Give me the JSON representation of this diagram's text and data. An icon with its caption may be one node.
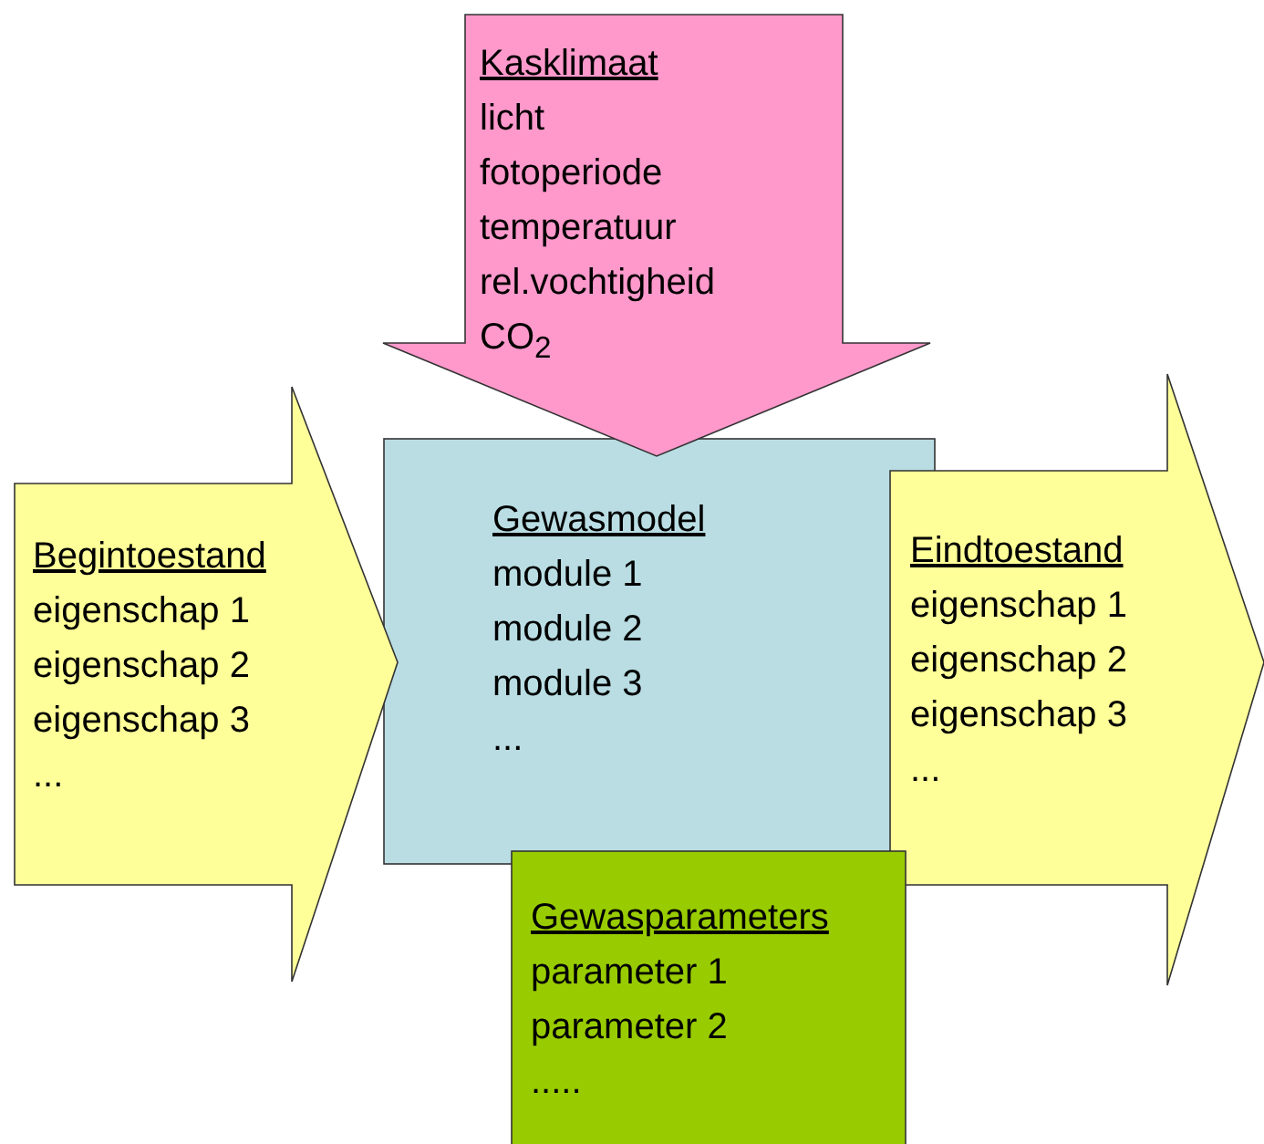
{
  "diagram": {
    "nodes": [
      {
        "text": [
          "Gewasmodel",
          "module 1",
          "module 2",
          "module 3",
          "..."
        ]
      },
      {
        "text": [
          "Kasklimaat",
          "licht",
          "fotoperiode",
          "temperatuur",
          "rel.vochtigheid",
          "CO$_{2}$"
        ]
      },
      {
        "text": [
          "Begintoestand",
          "eigenschap 1",
          "eigenschap 2",
          "eigenschap 3",
          "..."
        ]
      },
      {
        "text": [
          "Eindtoestand",
          "eigenschap 1",
          "eigenschap 2",
          "eigenschap 3",
          "..."
        ]
      },
      {
        "text": [
          "Gewasparameters",
          "parameter 1",
          "parameter 2",
          "....."
        ]
      }
    ]
  }
}
